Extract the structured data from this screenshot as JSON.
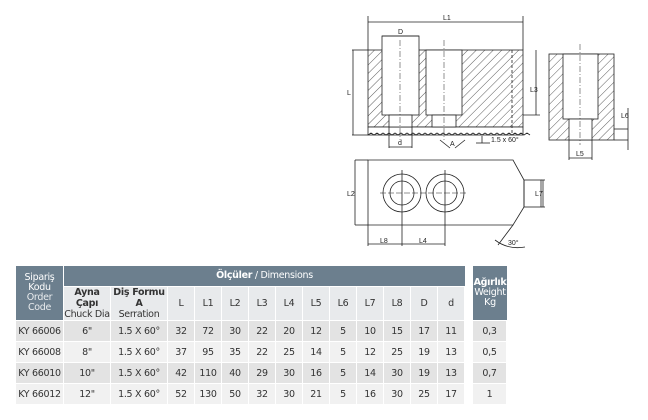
{
  "drawing": {
    "labels": {
      "L1": "L1",
      "D": "D",
      "L": "L",
      "L3": "L3",
      "d": "d",
      "A": "A",
      "serration": "1.5 x 60°",
      "L6": "L6",
      "L5": "L5",
      "L2": "L2",
      "L7": "L7",
      "L8": "L8",
      "L4": "L4",
      "angle": "30°"
    }
  },
  "table": {
    "order_code": [
      "Sipariş",
      "Kodu",
      "Order",
      "Code"
    ],
    "dimensions_tr": "Ölçüler",
    "dimensions_sep": " / ",
    "dimensions_en": "Dimensions",
    "weight": [
      "Ağırlık",
      "Weight",
      "Kg"
    ],
    "chuck": [
      "Ayna Çapı",
      "Chuck Dia"
    ],
    "serration": [
      "Diş Formu A",
      "Serration"
    ],
    "dim_cols": [
      "L",
      "L1",
      "L2",
      "L3",
      "L4",
      "L5",
      "L6",
      "L7",
      "L8",
      "D",
      "d"
    ],
    "rows": [
      {
        "code": "KY 66006",
        "chuck": "6\"",
        "serr": "1.5 X 60°",
        "dims": [
          "32",
          "72",
          "30",
          "22",
          "20",
          "12",
          "5",
          "10",
          "15",
          "17",
          "11"
        ],
        "weight": "0,3"
      },
      {
        "code": "KY 66008",
        "chuck": "8\"",
        "serr": "1.5 X 60°",
        "dims": [
          "37",
          "95",
          "35",
          "22",
          "25",
          "14",
          "5",
          "12",
          "25",
          "19",
          "13"
        ],
        "weight": "0,5"
      },
      {
        "code": "KY 66010",
        "chuck": "10\"",
        "serr": "1.5 X 60°",
        "dims": [
          "42",
          "110",
          "40",
          "29",
          "30",
          "16",
          "5",
          "14",
          "30",
          "19",
          "13"
        ],
        "weight": "0,7"
      },
      {
        "code": "KY 66012",
        "chuck": "12\"",
        "serr": "1.5 X 60°",
        "dims": [
          "52",
          "130",
          "50",
          "32",
          "30",
          "21",
          "5",
          "16",
          "30",
          "25",
          "17"
        ],
        "weight": "1"
      }
    ]
  }
}
